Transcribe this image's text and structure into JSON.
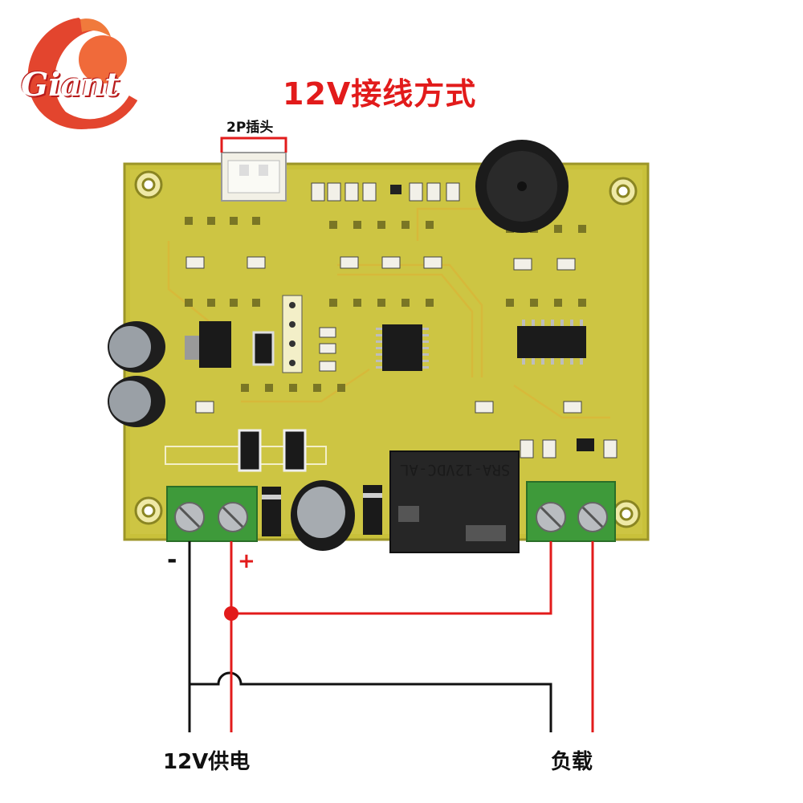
{
  "title": {
    "main": "12V接线方式"
  },
  "labels": {
    "plug": "2P插头",
    "power": "12V供电",
    "load": "负载",
    "minus": "-",
    "plus": "+"
  },
  "logo": {
    "text": "Giant"
  },
  "relay": {
    "model": "SRA-12VDC-AL"
  },
  "colors": {
    "board": "#c9c13a",
    "accent_red": "#e21b1b",
    "accent_blue": "#1d5fd0",
    "terminal_green": "#3e9a3a",
    "wire_black": "#111111"
  }
}
